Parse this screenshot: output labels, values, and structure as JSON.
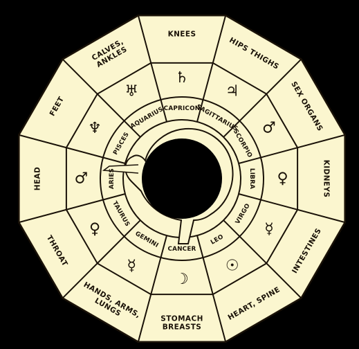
{
  "colors": {
    "background": "#000000",
    "panel": "#fbf6cf",
    "outline": "#1a1208",
    "hole": "#000000"
  },
  "segments": [
    {
      "body_lines": [
        "HEAD"
      ],
      "sign": "ARIES",
      "glyph": "♂"
    },
    {
      "body_lines": [
        "THROAT"
      ],
      "sign": "TAURUS",
      "glyph": "♀"
    },
    {
      "body_lines": [
        "HANDS, ARMS,",
        "LUNGS"
      ],
      "sign": "GEMINI",
      "glyph": "☿"
    },
    {
      "body_lines": [
        "STOMACH",
        "BREASTS"
      ],
      "sign": "CANCER",
      "glyph": "☽"
    },
    {
      "body_lines": [
        "HEART, SPINE"
      ],
      "sign": "LEO",
      "glyph": "☉"
    },
    {
      "body_lines": [
        "INTESTINES"
      ],
      "sign": "VIRGO",
      "glyph": "☿"
    },
    {
      "body_lines": [
        "KIDNEYS"
      ],
      "sign": "LIBRA",
      "glyph": "♀"
    },
    {
      "body_lines": [
        "SEX ORGANS"
      ],
      "sign": "SCORPIO",
      "glyph": "♂"
    },
    {
      "body_lines": [
        "HIPS THIGHS"
      ],
      "sign": "SAGITTARIUS",
      "glyph": "♃"
    },
    {
      "body_lines": [
        "KNEES"
      ],
      "sign": "CAPRICON",
      "glyph": "♄"
    },
    {
      "body_lines": [
        "CALVES,",
        "ANKLES"
      ],
      "sign": "AQUARIUS",
      "glyph": "♅"
    },
    {
      "body_lines": [
        "FEET"
      ],
      "sign": "PISCES",
      "glyph": "♆"
    }
  ],
  "figure": {
    "icon": "human-figure-silhouette"
  }
}
